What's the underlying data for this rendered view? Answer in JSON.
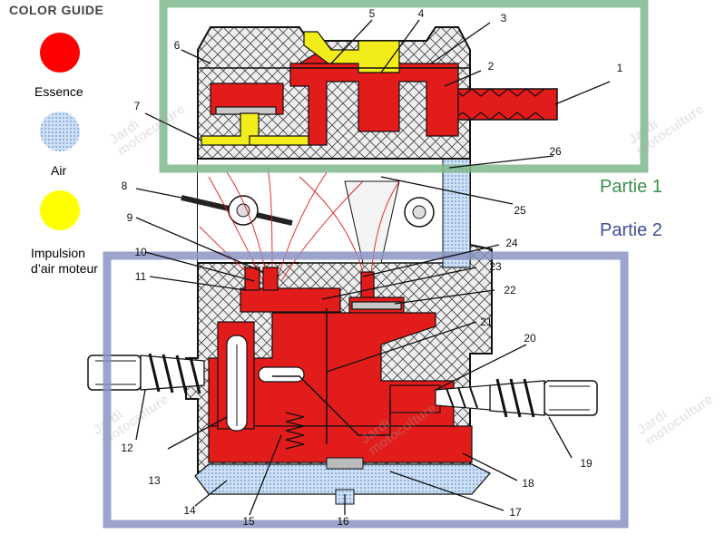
{
  "legend": {
    "title": "COLOR GUIDE",
    "items": [
      {
        "label": "Essence",
        "color": "#ff0000"
      },
      {
        "label": "Air",
        "color": "#9bc3ec"
      },
      {
        "label": "Impulsion d’air moteur",
        "color": "#ffff00"
      }
    ]
  },
  "sections": [
    {
      "label": "Partie 1",
      "color": "#3a8f4a"
    },
    {
      "label": "Partie 2",
      "color": "#3d4f9a"
    }
  ],
  "callouts": [
    "1",
    "2",
    "3",
    "4",
    "5",
    "6",
    "7",
    "8",
    "9",
    "10",
    "11",
    "12",
    "13",
    "14",
    "15",
    "16",
    "17",
    "18",
    "19",
    "20",
    "21",
    "22",
    "23",
    "24",
    "25",
    "26"
  ],
  "watermark": {
    "line1": "Jardi",
    "line2": "motoculture"
  },
  "colors": {
    "fuel": "#e21b1b",
    "air": "#9bc3ec",
    "pulse": "#f2ec1a",
    "outline": "#111111"
  }
}
